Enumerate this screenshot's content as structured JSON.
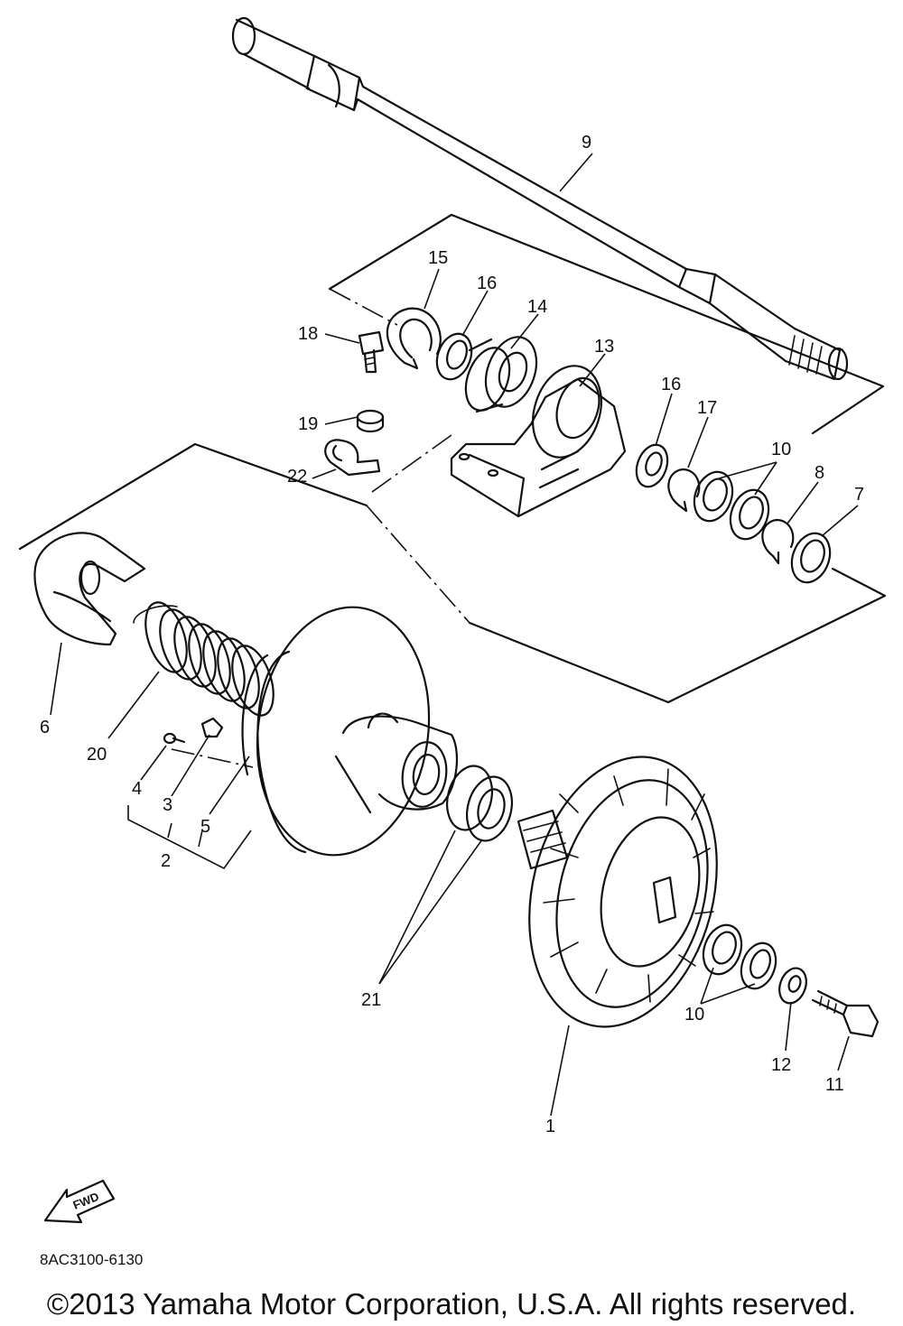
{
  "diagram": {
    "drawing_code": "8AC3100-6130",
    "copyright": "©2013 Yamaha Motor Corporation, U.S.A. All rights reserved.",
    "fwd_label": "FWD",
    "callouts": {
      "p1": "1",
      "p2": "2",
      "p3": "3",
      "p4": "4",
      "p5": "5",
      "p6": "6",
      "p7": "7",
      "p8": "8",
      "p9": "9",
      "p10a": "10",
      "p10b": "10",
      "p11": "11",
      "p12": "12",
      "p13": "13",
      "p14": "14",
      "p15": "15",
      "p16a": "16",
      "p16b": "16",
      "p17": "17",
      "p18": "18",
      "p19": "19",
      "p20": "20",
      "p21": "21",
      "p22": "22"
    }
  }
}
